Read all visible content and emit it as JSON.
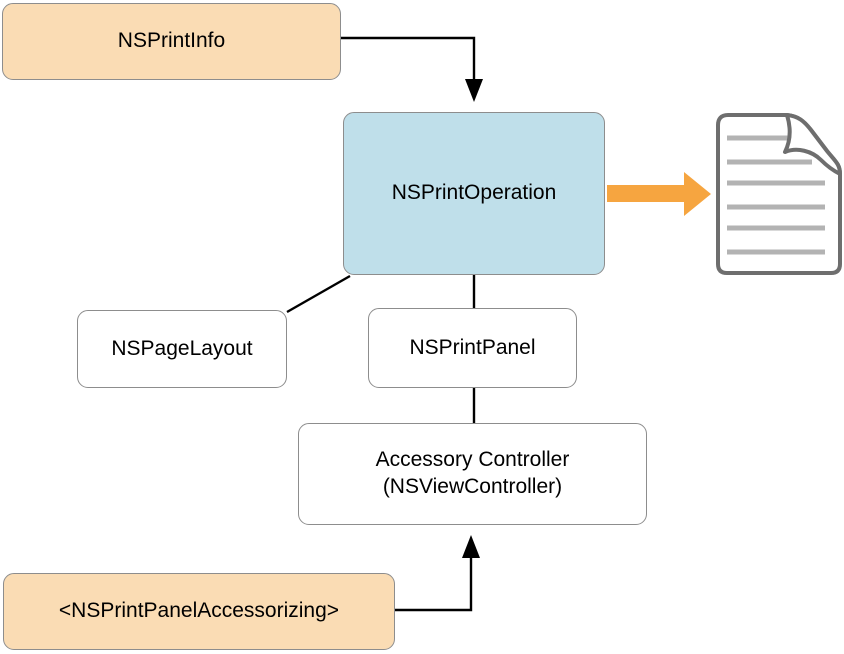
{
  "diagram": {
    "nodes": [
      {
        "id": "nsprintinfo",
        "label": "NSPrintInfo",
        "kind": "class"
      },
      {
        "id": "nsprintoperation",
        "label": "NSPrintOperation",
        "kind": "controller"
      },
      {
        "id": "nspagelayout",
        "label": "NSPageLayout",
        "kind": "panel"
      },
      {
        "id": "nsprintpanel",
        "label": "NSPrintPanel",
        "kind": "panel"
      },
      {
        "id": "accessory-controller",
        "label": "Accessory Controller\n(NSViewController)",
        "kind": "panel"
      },
      {
        "id": "nsprintpanelaccessorizing",
        "label": "<NSPrintPanelAccessorizing>",
        "kind": "class"
      }
    ],
    "edges": [
      {
        "from": "NSPrintInfo",
        "to": "NSPrintOperation",
        "style": "black-arrow"
      },
      {
        "from": "NSPrintOperation",
        "to": "NSPageLayout",
        "style": "line"
      },
      {
        "from": "NSPrintOperation",
        "to": "NSPrintPanel",
        "style": "line"
      },
      {
        "from": "NSPrintPanel",
        "to": "Accessory Controller",
        "style": "line"
      },
      {
        "from": "<NSPrintPanelAccessorizing>",
        "to": "Accessory Controller",
        "style": "black-arrow"
      },
      {
        "from": "NSPrintOperation",
        "to": "printed-document",
        "style": "thick-orange-arrow"
      }
    ],
    "icons": [
      {
        "name": "printed-document-icon",
        "description": "paper page with folded top-right corner and six gray text lines"
      }
    ],
    "colors": {
      "class_fill": "#fadcb4",
      "operation_fill": "#bfdfea",
      "box_border": "#8d8d8d",
      "connector": "#000000",
      "output_arrow": "#f6a540",
      "document_outline": "#6e6e6e",
      "document_lines": "#b3b3b3"
    }
  }
}
